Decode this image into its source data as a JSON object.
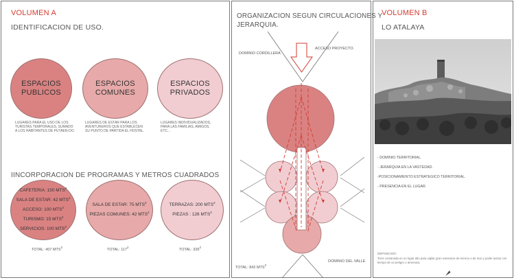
{
  "left": {
    "volume_title": "VOLUMEN  A",
    "section1_title": "IDENTIFICACION DE USO.",
    "use_circles": [
      {
        "label_line1": "ESPACIOS",
        "label_line2": "PUBLICOS",
        "desc": "LUGARES PARA EL USO DE LOS TURISTAS TEMPORALES, SUMADO A LOS HABITANTES DE PUTAEN-DO.",
        "color": "#da8282"
      },
      {
        "label_line1": "ESPACIOS",
        "label_line2": "COMUNES",
        "desc": "LUGARES DE ESTAR PARA LOS AVENTUREROS QUE ESTABLECEN SU PUNTO DE PARTIDA EL HOSTAL.",
        "color": "#e7a9a9"
      },
      {
        "label_line1": "ESPACIOS",
        "label_line2": "PRIVADOS",
        "desc": "LUGARES INDIVIDUALIZADOS, PARA LAS FAMILIAS, AMIGOS, ETC...",
        "color": "#f1cdd2"
      }
    ],
    "section2_title": "IINCORPORACION  DE PROGRAMAS Y METROS CUADRADOS",
    "program_circles": [
      {
        "lines": [
          "CAFETERIA: 150 MTS",
          "SALA DE ESTAR: 42 MTS",
          "ACCESO: 100 MTS",
          "TURISMO: 15 MTS",
          "SERVICIOS: 100 MTS"
        ],
        "total": "TOTAL:  407 MTS",
        "color": "#da8282"
      },
      {
        "lines": [
          "SALA DE ESTAR: 75 MTS",
          "PIEZAS COMUNES: 42 MTS"
        ],
        "total": "TOTAL:  117",
        "color": "#e7a9a9"
      },
      {
        "lines": [
          "TERRAZAS: 200 MTS",
          "PIEZAS : 126 MTS"
        ],
        "total": "TOTAL:  326",
        "color": "#f1cdd2"
      }
    ],
    "sup": "2"
  },
  "middle": {
    "title_line1": "ORGANIZACION SEGUN CIRCULACIONES Y",
    "title_line2": "JERARQUIA.",
    "label_cordillera": "DOMINIO CORDILLERA",
    "label_acceso": "ACCESO PROYECTO.",
    "label_valle": "DOMINIO DEL VALLE",
    "total": "TOTAL: 842 MTS",
    "colors": {
      "big": "#da8282",
      "small": "#f1cdd2",
      "bottom": "#e7a9a9",
      "arrow": "#d23b2f"
    }
  },
  "right": {
    "volume_title": "VOLUMEN  B",
    "subtitle": "LO ATALAYA",
    "list": [
      "- DOMINIO TERRITORIAL.",
      "- JERARQUIA EN LA VASTEDAD.",
      "-POSICIONAMIENTO ESTRATEGICO TERRITORIAL.",
      "- PRESENCIA EN EL LUGAR."
    ],
    "definition_title": "DEFINICION:",
    "definition_text": "Torre construida en un lugar alto para vigilar gran extension de terreno o de mar y poder avisar con tiempo de un peligro o amenaza."
  },
  "accent": "#d23b2f"
}
